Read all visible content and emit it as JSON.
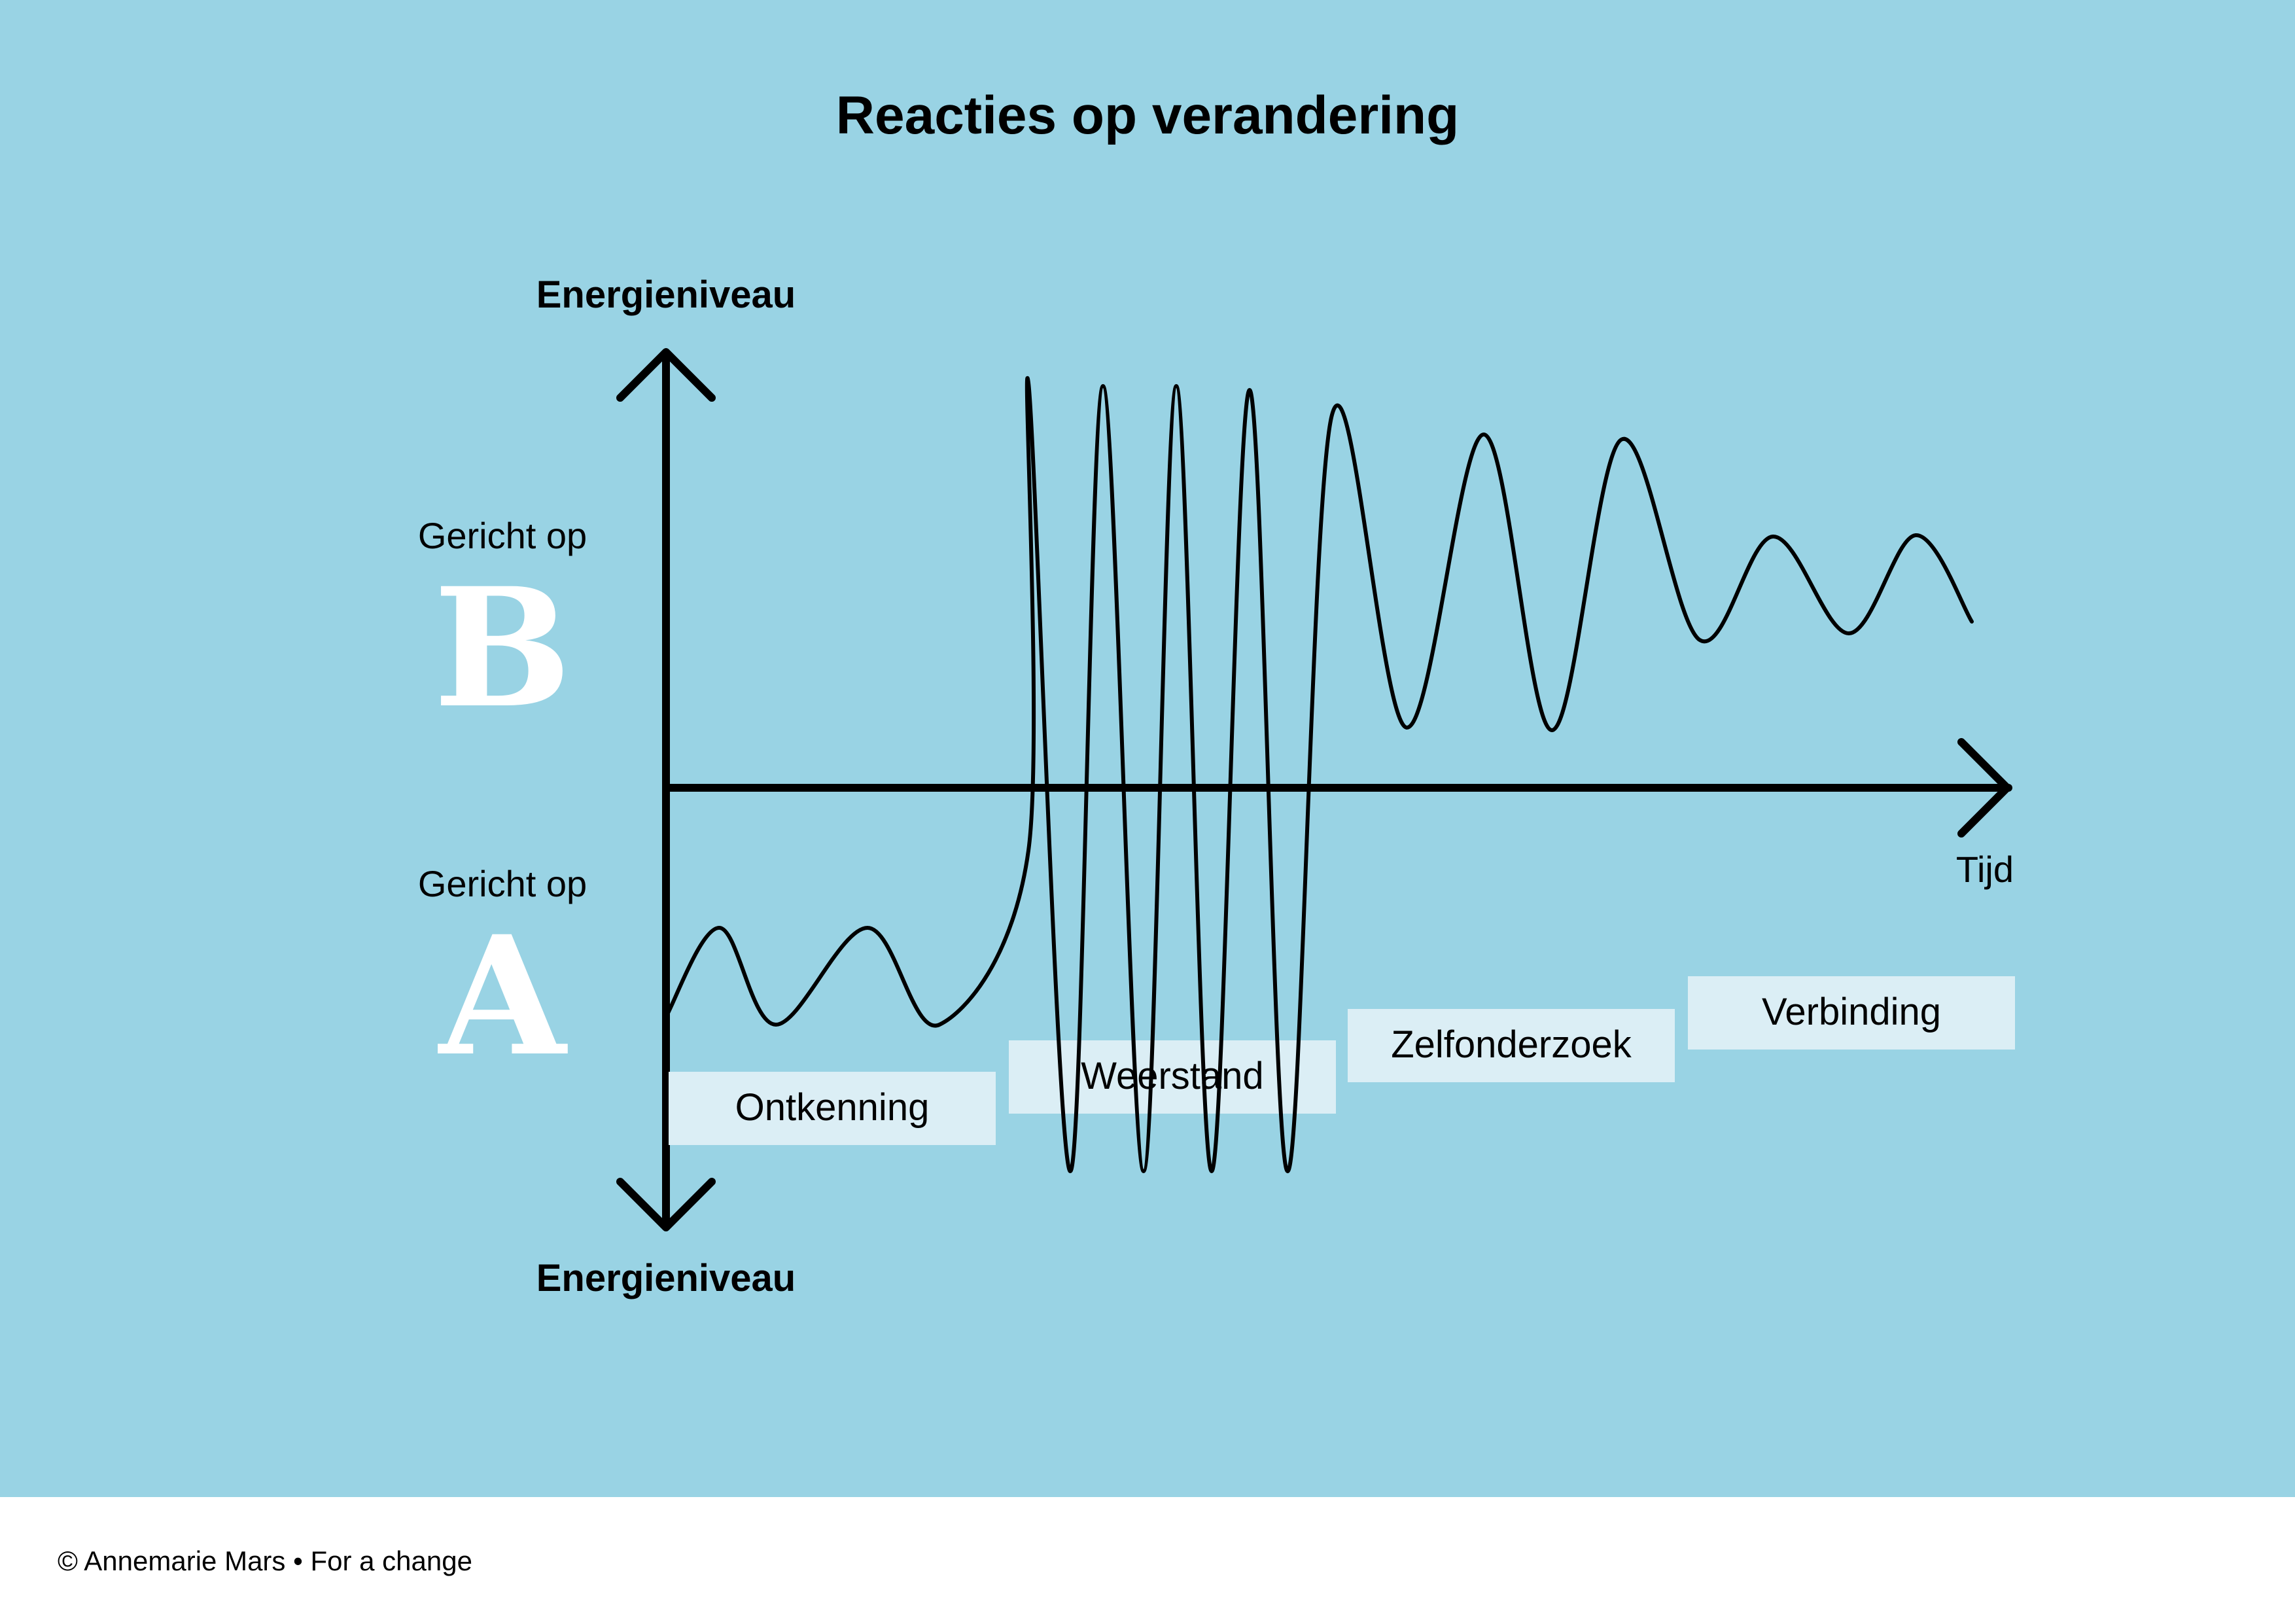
{
  "title": "Reacties op verandering",
  "axes": {
    "y_top_label": "Energieniveau",
    "y_bottom_label": "Energieniveau",
    "x_label": "Tijd"
  },
  "poles": {
    "b": {
      "prefix": "Gericht op",
      "letter": "B"
    },
    "a": {
      "prefix": "Gericht op",
      "letter": "A"
    }
  },
  "phases": [
    {
      "label": "Ontkenning"
    },
    {
      "label": "Weerstand"
    },
    {
      "label": "Zelfonderzoek"
    },
    {
      "label": "Verbinding"
    }
  ],
  "footer": {
    "credit": "© Annemarie Mars • For a change"
  },
  "colors": {
    "background": "#99d3e4",
    "footer_background": "#ffffff",
    "ink": "#000000",
    "letter": "#ffffff",
    "phase_box": "#dbeef5"
  }
}
